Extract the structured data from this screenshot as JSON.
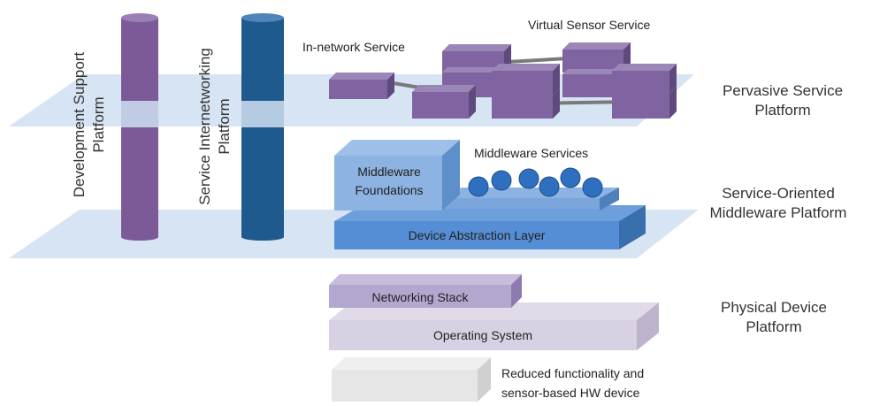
{
  "colors": {
    "plane": "#cfdff1",
    "purple": "#8064a2",
    "purple_dark": "#5f4a7d",
    "purple_light": "#9b86b8",
    "blue_dark": "#1f5a8f",
    "middleware_light": "#8db3e2",
    "middleware_base": "#558ed5",
    "circle": "#2f6fbf",
    "networking": "#b4a7cf",
    "os": "#d8d1e3",
    "hw": "#e6e6e6"
  },
  "layers": {
    "pervasive": {
      "name_line1": "Pervasive Service",
      "name_line2": "Platform"
    },
    "middleware": {
      "name_line1": "Service-Oriented",
      "name_line2": "Middleware Platform"
    },
    "physical": {
      "name_line1": "Physical Device",
      "name_line2": "Platform"
    }
  },
  "pillars": {
    "dev_support": {
      "line1": "Development Support",
      "line2": "Platform"
    },
    "service_internetworking": {
      "line1": "Service Internetworking",
      "line2": "Platform"
    }
  },
  "labels": {
    "in_network_service": "In-network Service",
    "virtual_sensor_service": "Virtual Sensor Service",
    "middleware_services": "Middleware Services",
    "middleware_foundations_line1": "Middleware",
    "middleware_foundations_line2": "Foundations",
    "device_abstraction_layer": "Device Abstraction Layer",
    "networking_stack": "Networking Stack",
    "operating_system": "Operating System",
    "hw_line1": "Reduced functionality and",
    "hw_line2": "sensor-based HW device"
  }
}
